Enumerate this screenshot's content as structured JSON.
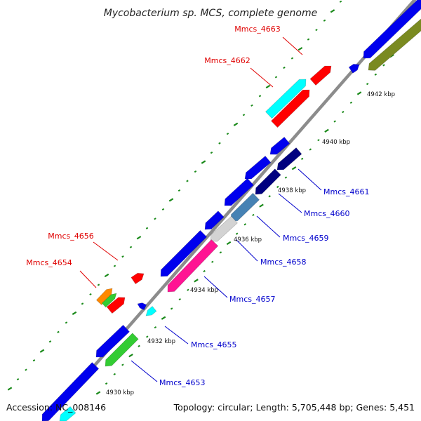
{
  "title": "Mycobacterium sp. MCS, complete genome",
  "footer": {
    "accession": "Accession: NC_008146",
    "topology": "Topology: circular; Length: 5,705,448 bp; Genes: 5,451"
  },
  "colors": {
    "backbone": "#8c8c8c",
    "tick": "#1a8a1a",
    "label_forward": "#e00000",
    "label_reverse": "#0000cc",
    "blue": "#0000ee",
    "red": "#ff0000",
    "cyan": "#00ffff",
    "olive": "#7a8a20",
    "navy": "#000080",
    "steelblue": "#4682b4",
    "lightgray": "#d3d3d3",
    "pink": "#ff1493",
    "green": "#33cc33",
    "orange": "#ff8800"
  },
  "kbp_labels": [
    "4930 kbp",
    "4932 kbp",
    "4934 kbp",
    "4936 kbp",
    "4938 kbp",
    "4940 kbp",
    "4942 kbp"
  ],
  "gene_labels": [
    {
      "text": "Mmcs_4663",
      "strand": "forward"
    },
    {
      "text": "Mmcs_4662",
      "strand": "forward"
    },
    {
      "text": "Mmcs_4656",
      "strand": "forward"
    },
    {
      "text": "Mmcs_4654",
      "strand": "forward"
    },
    {
      "text": "Mmcs_4661",
      "strand": "reverse"
    },
    {
      "text": "Mmcs_4660",
      "strand": "reverse"
    },
    {
      "text": "Mmcs_4659",
      "strand": "reverse"
    },
    {
      "text": "Mmcs_4658",
      "strand": "reverse"
    },
    {
      "text": "Mmcs_4657",
      "strand": "reverse"
    },
    {
      "text": "Mmcs_4655",
      "strand": "reverse"
    },
    {
      "text": "Mmcs_4653",
      "strand": "reverse"
    }
  ]
}
